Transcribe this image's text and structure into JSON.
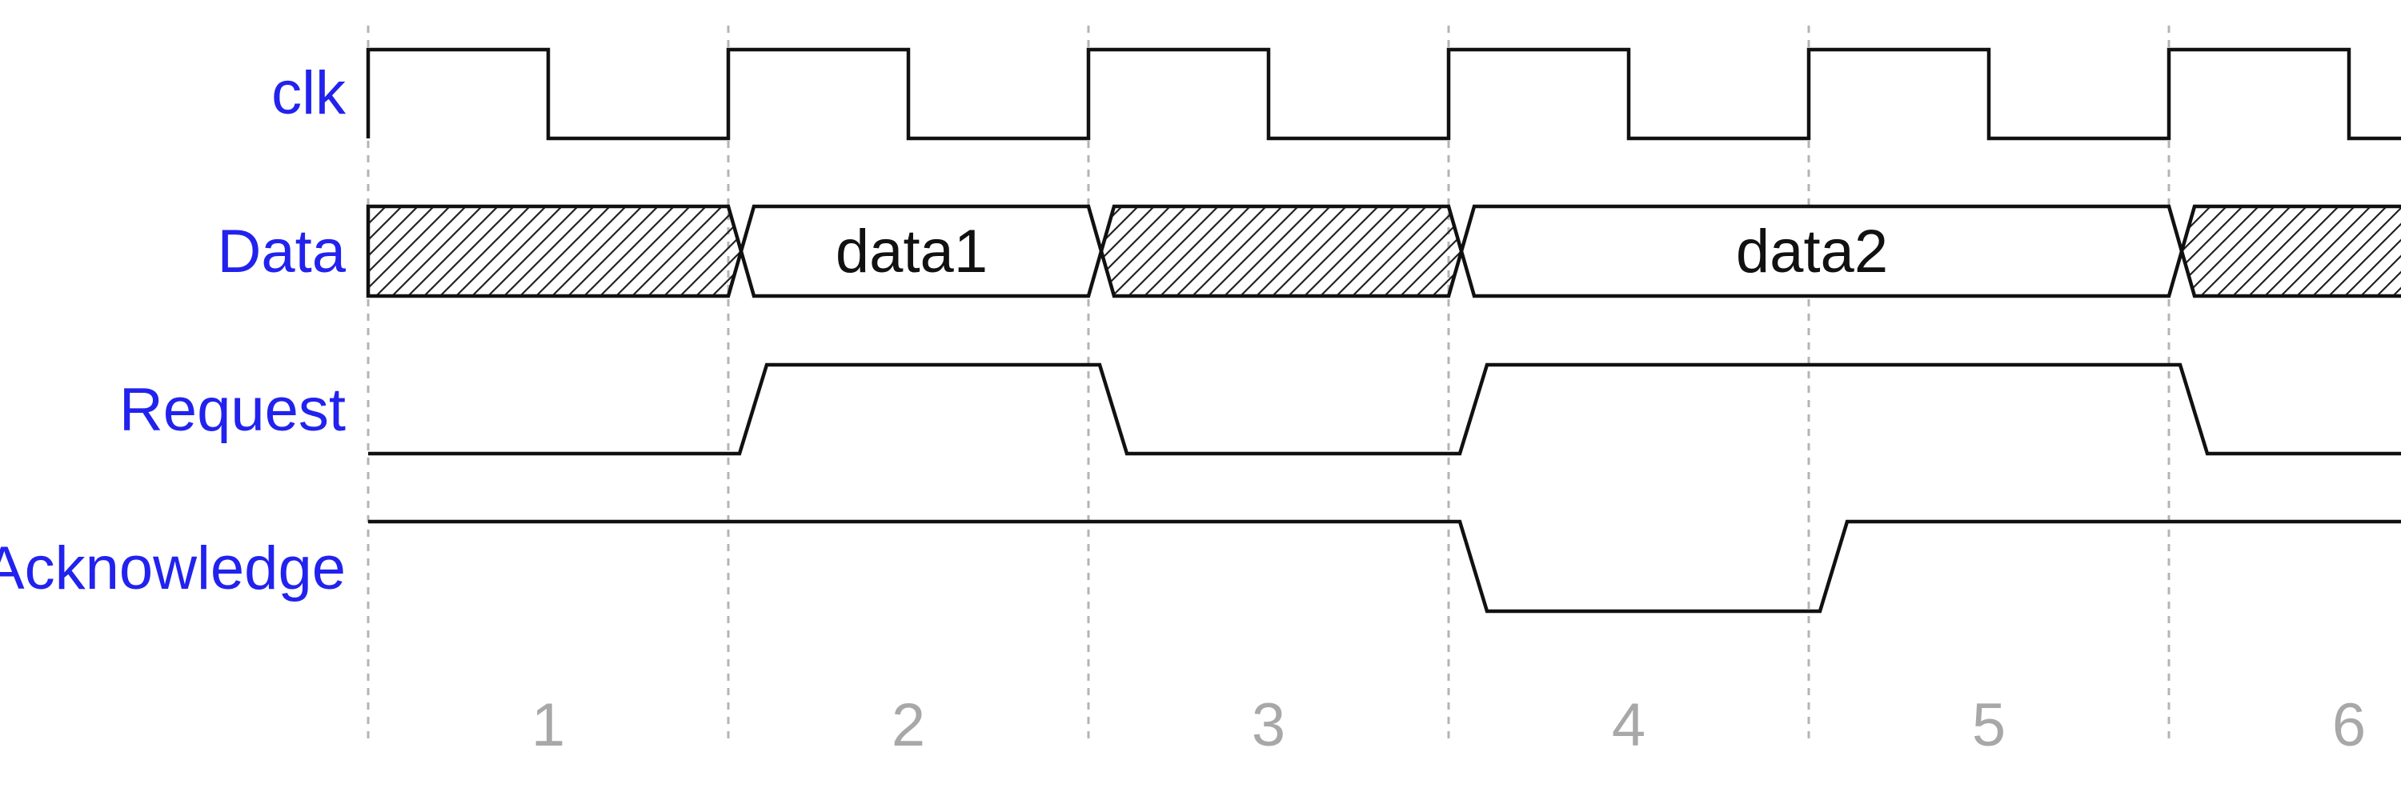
{
  "diagram": {
    "signals": [
      {
        "id": "clk",
        "label": "clk"
      },
      {
        "id": "data",
        "label": "Data"
      },
      {
        "id": "request",
        "label": "Request"
      },
      {
        "id": "acknowledge",
        "label": "Acknowledge"
      }
    ],
    "cycles": [
      "1",
      "2",
      "3",
      "4",
      "5",
      "6"
    ],
    "data_bus": [
      {
        "start": 0,
        "end": 1,
        "kind": "invalid"
      },
      {
        "start": 1,
        "end": 2,
        "kind": "value",
        "label": "data1"
      },
      {
        "start": 2,
        "end": 3,
        "kind": "invalid"
      },
      {
        "start": 3,
        "end": 5,
        "kind": "value",
        "label": "data2"
      },
      {
        "start": 5,
        "end": 6,
        "kind": "invalid"
      }
    ],
    "request_levels": [
      0,
      1,
      0,
      1,
      1,
      0
    ],
    "acknowledge_levels": [
      1,
      1,
      1,
      0,
      1,
      1
    ],
    "colors": {
      "signal_label": "#2222ee",
      "cycle_label": "#a8a8a8",
      "wave": "#111111",
      "gridline": "#b4b4b4"
    }
  }
}
